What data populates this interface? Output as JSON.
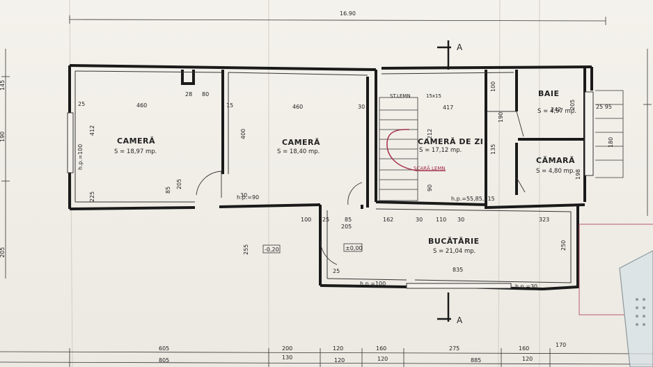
{
  "rooms": [
    {
      "name": "CAMERĂ",
      "area": "S = 18,97 mp."
    },
    {
      "name": "CAMERĂ",
      "area": "S = 18,40 mp."
    },
    {
      "name": "CAMERĂ DE ZI",
      "area": "S = 17,12 mp."
    },
    {
      "name": "BAIE",
      "area": "S = 4,97 mp."
    },
    {
      "name": "CĂMARĂ",
      "area": "S = 4,80 mp."
    },
    {
      "name": "BUCĂTĂRIE",
      "area": "S = 21,04 mp."
    }
  ],
  "notes": {
    "stalp": "ST.LEMN",
    "stalp_size": "15x15",
    "scara": "SCARĂ LEMN"
  },
  "section": {
    "label": "A"
  },
  "levels": {
    "minus": "-0,20",
    "zero": "±0,00"
  },
  "dims": {
    "total_width": "16.90",
    "d460a": "460",
    "d460b": "460",
    "d25": "25",
    "d15": "15",
    "d30": "30",
    "d28": "28",
    "d80": "80",
    "d417": "417",
    "d242": "242",
    "d25_95": "25 95",
    "d400": "400",
    "d412": "412",
    "hp100": "h.p.=100",
    "d225": "225",
    "d85": "85",
    "d205": "205",
    "d212": "212",
    "d90": "90",
    "d135": "135",
    "d100": "100",
    "d190": "190",
    "d198": "198",
    "d255": "255",
    "d250": "250",
    "d180": "180",
    "hp90": "h.p.=90",
    "d162": "162",
    "d110": "110",
    "d323": "323",
    "d835": "835",
    "hp55": "h.p.=55,85,115",
    "hp30": "h.p.=30",
    "d605": "605",
    "d200": "200",
    "d120": "120",
    "d160": "160",
    "d275": "275",
    "d170": "170",
    "d805": "805",
    "d130": "130",
    "d885": "885",
    "d145": "145"
  }
}
